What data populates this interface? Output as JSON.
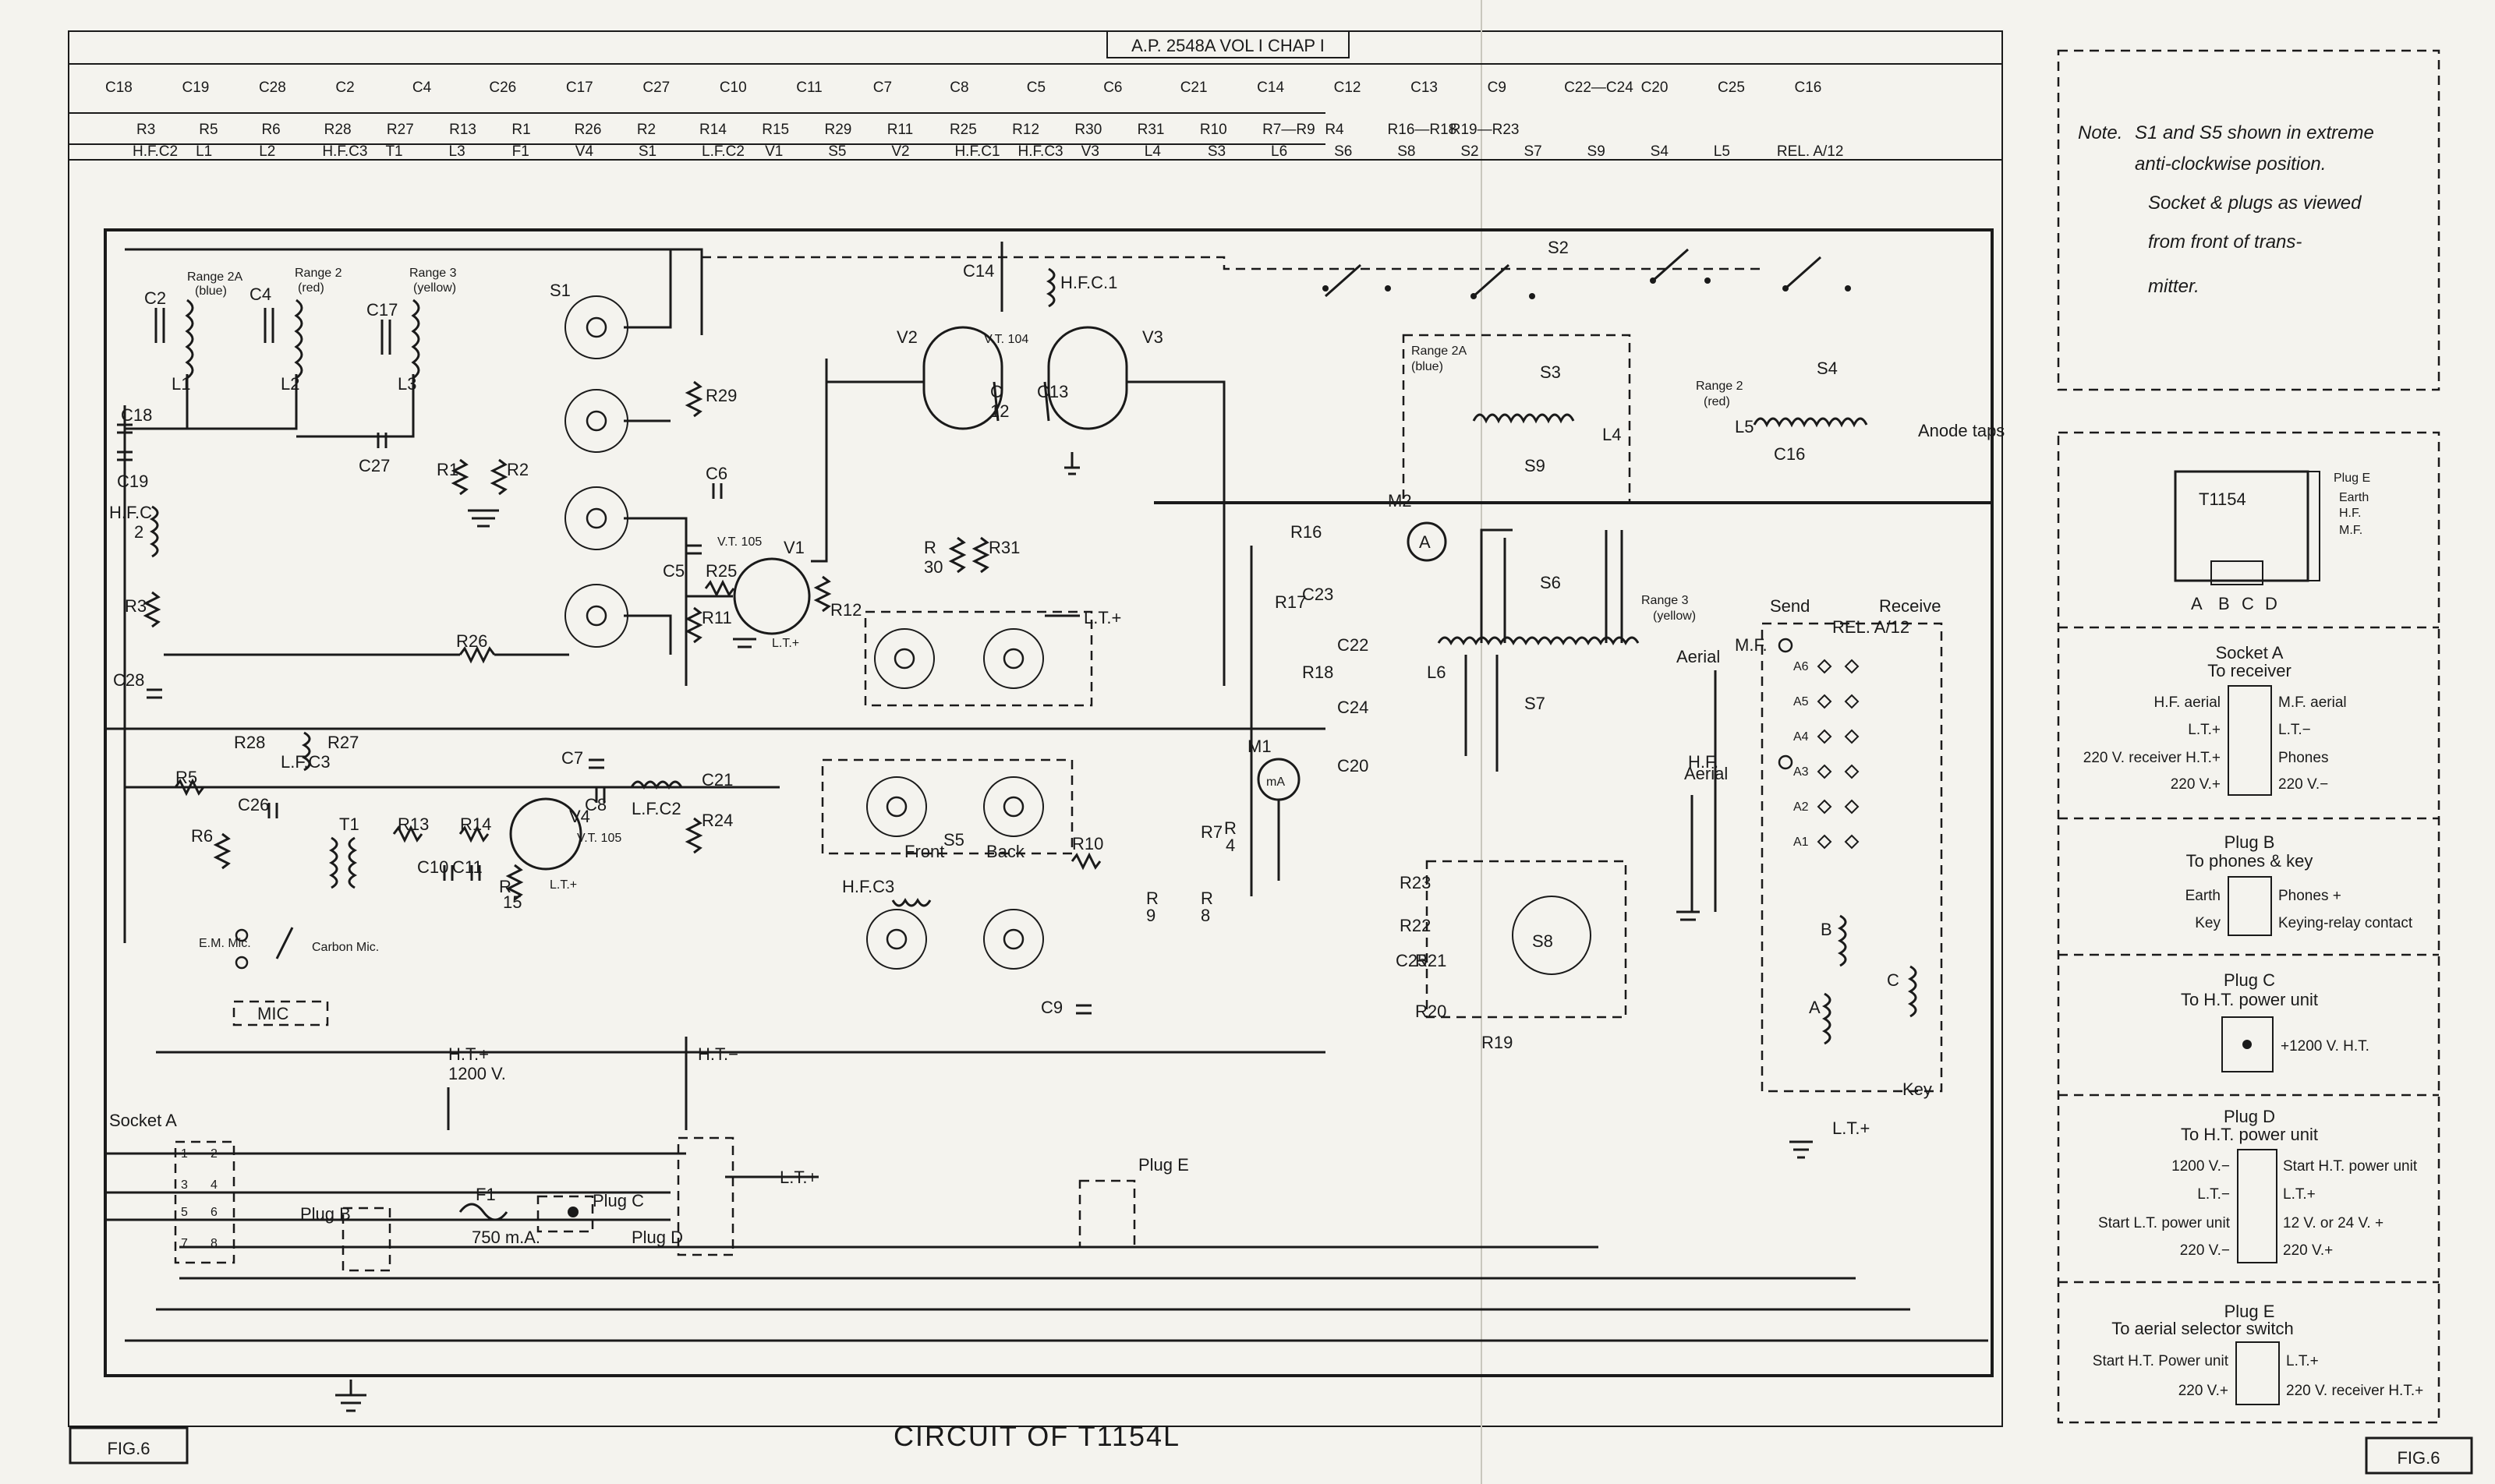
{
  "document": {
    "reference": "A.P. 2548A VOL I CHAP I",
    "title": "CIRCUIT OF T1154L",
    "fig_label": "FIG.6"
  },
  "component_index": {
    "row1": [
      "C18",
      "C19",
      "C28",
      "C2",
      "C4",
      "C26",
      "C17",
      "C27",
      "C10",
      "C11",
      "C7",
      "C8",
      "C5",
      "C6",
      "C21",
      "C14",
      "C12",
      "C13",
      "C9",
      "C22—C24",
      "C20",
      "C25",
      "C16"
    ],
    "row2": [
      "R3",
      "R5",
      "R6",
      "R28",
      "R27",
      "R13",
      "R1",
      "R26",
      "R2",
      "R14",
      "R15",
      "R29",
      "R11",
      "R25",
      "R12",
      "R30",
      "R31",
      "R10",
      "R7—R9",
      "R4",
      "R16—R18",
      "R19—R23"
    ],
    "row3": [
      "H.F.C2",
      "L1",
      "L2",
      "H.F.C3",
      "T1",
      "L3",
      "F1",
      "V4",
      "S1",
      "L.F.C2",
      "V1",
      "S5",
      "V2",
      "H.F.C1",
      "H.F.C3",
      "V3",
      "L4",
      "S3",
      "L6",
      "S6",
      "S8",
      "S2",
      "S7",
      "S9",
      "S4",
      "L5",
      "REL. A/12"
    ]
  },
  "circuit_labels": {
    "range_2a": "Range 2A",
    "range_2a_color": "(blue)",
    "range_2": "Range 2",
    "range_2_color": "(red)",
    "range_3": "Range 3",
    "range_3_color": "(yellow)",
    "vt104": "V.T. 104",
    "vt105a": "V.T. 105",
    "vt105b": "V.T. 105",
    "lt_plus": "L.T.+",
    "anode_taps": "Anode taps",
    "aerial": "Aerial",
    "send": "Send",
    "receive": "Receive",
    "rel": "REL. A/12",
    "mf": "M.F.",
    "hf": "H.F.",
    "front": "Front",
    "back": "Back",
    "em_mic": "E.M. Mic.",
    "carbon_mic": "Carbon Mic.",
    "mic": "MIC",
    "ht_plus": "H.T.+",
    "ht_plus_v": "1200 V.",
    "ht_minus": "H.T.−",
    "socket_a": "Socket A",
    "plug_b": "Plug B",
    "plug_c": "Plug C",
    "plug_d": "Plug D",
    "plug_e": "Plug E",
    "fuse_rating": "750 m.A.",
    "key": "Key",
    "ma": "mA"
  },
  "notes": {
    "main": [
      "Note.",
      "S1 and S5 shown in extreme",
      "anti-clockwise position.",
      "Socket & plugs as viewed",
      "from front of trans-",
      "mitter."
    ]
  },
  "connector_panels": {
    "unit": {
      "title": "T1154",
      "side_labels": [
        "Plug E",
        "Earth",
        "H.F.",
        "M.F."
      ],
      "bottom_labels": [
        "A",
        "B",
        "C",
        "D"
      ]
    },
    "socket_a": {
      "title": "Socket A",
      "subtitle": "To receiver",
      "rows": [
        {
          "left": "H.F. aerial",
          "right": "M.F. aerial"
        },
        {
          "left": "L.T.+",
          "right": "L.T.−"
        },
        {
          "left": "220 V. receiver H.T.+",
          "right": "Phones"
        },
        {
          "left": "220 V.+",
          "right": "220 V.−"
        }
      ]
    },
    "plug_b": {
      "title": "Plug B",
      "subtitle": "To phones & key",
      "rows": [
        {
          "left": "Earth",
          "right": "Phones +"
        },
        {
          "left": "Key",
          "right": "Keying-relay contact"
        }
      ]
    },
    "plug_c": {
      "title": "Plug C",
      "subtitle": "To H.T. power unit",
      "rows": [
        {
          "left": "",
          "right": "+1200 V. H.T."
        }
      ]
    },
    "plug_d": {
      "title": "Plug D",
      "subtitle": "To H.T. power unit",
      "rows": [
        {
          "left": "1200 V.−",
          "right": "Start H.T. power unit"
        },
        {
          "left": "L.T.−",
          "right": "L.T.+"
        },
        {
          "left": "Start L.T. power unit",
          "right": "12 V. or 24 V. +"
        },
        {
          "left": "220 V.−",
          "right": "220 V.+"
        }
      ]
    },
    "plug_e": {
      "title": "Plug E",
      "subtitle": "To aerial selector switch",
      "rows": [
        {
          "left": "Start H.T. Power unit",
          "right": "L.T.+"
        },
        {
          "left": "220 V.+",
          "right": "220 V. receiver H.T.+"
        }
      ]
    }
  }
}
